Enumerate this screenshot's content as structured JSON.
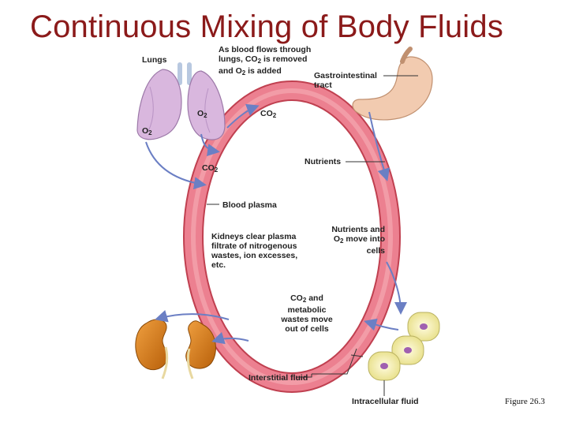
{
  "title": "Continuous Mixing of Body Fluids",
  "labels": {
    "lungs": "Lungs",
    "blood_flow_line1": "As blood flows through",
    "blood_flow_line2a": "lungs, CO",
    "blood_flow_line2b": "2",
    "blood_flow_line2c": " is removed",
    "blood_flow_line3a": "and O",
    "blood_flow_line3b": "2",
    "blood_flow_line3c": " is added",
    "gi_line1": "Gastrointestinal",
    "gi_line2": "tract",
    "o2_lung_a": "O",
    "o2_lung_b": "2",
    "co2_ring_a": "CO",
    "co2_ring_b": "2",
    "o2_left_a": "O",
    "o2_left_b": "2",
    "co2_left_a": "CO",
    "co2_left_b": "2",
    "nutrients": "Nutrients",
    "blood_plasma": "Blood plasma",
    "nutrients_o2_line1": "Nutrients and",
    "nutrients_o2_line2a": "O",
    "nutrients_o2_line2b": "2",
    "nutrients_o2_line2c": " move into",
    "nutrients_o2_line3": "cells",
    "kidneys_line1": "Kidneys clear plasma",
    "kidneys_line2": "filtrate of nitrogenous",
    "kidneys_line3": "wastes, ion excesses,",
    "kidneys_line4": "etc.",
    "co2_wastes_line1a": "CO",
    "co2_wastes_line1b": "2",
    "co2_wastes_line1c": " and",
    "co2_wastes_line2": "metabolic",
    "co2_wastes_line3": "wastes move",
    "co2_wastes_line4": "out of cells",
    "interstitial_fluid": "Interstitial fluid",
    "intracellular_fluid": "Intracellular fluid"
  },
  "figure_caption": "Figure 26.3",
  "colors": {
    "title": "#8b1a1a",
    "ring": "#e8707a",
    "arrow": "#6b7fc4",
    "lung": "#d6b4dc",
    "kidney": "#d9801a",
    "stomach": "#f0c8a8",
    "cell": "#f4efb0"
  }
}
